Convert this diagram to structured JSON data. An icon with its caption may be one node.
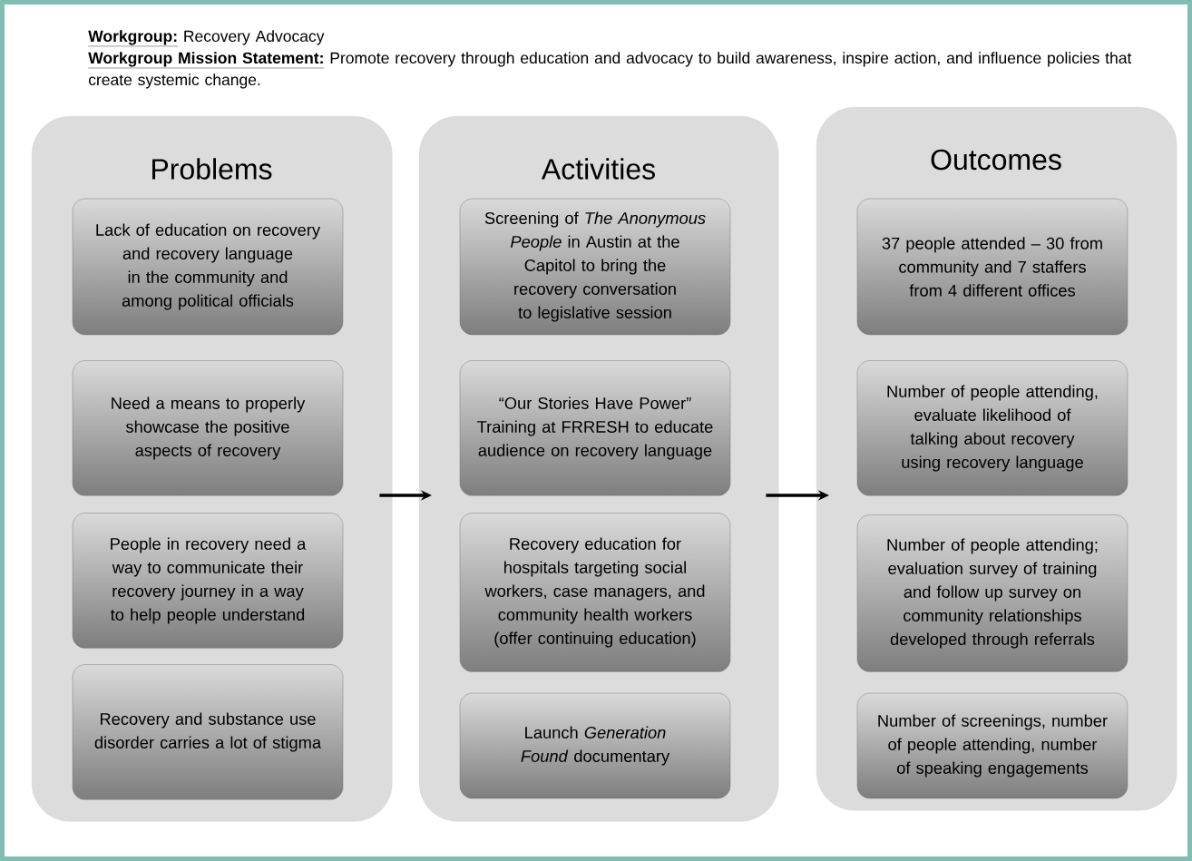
{
  "diagram": {
    "nodes": [
      {
        "text": [
          "Problems"
        ]
      },
      {
        "text": [
          "Lack of education on recovery and recovery language in the community and among political officials"
        ],
        "in": 0
      },
      {
        "text": [
          "Need a means to properly showcase the positive aspects of recovery"
        ],
        "in": 0
      },
      {
        "text": [
          "People in recovery need a way to communicate their recovery journey in a way to help people understand"
        ],
        "in": 0
      },
      {
        "text": [
          "Recovery and substance use disorder carries a lot of stigma"
        ],
        "in": 0
      },
      {
        "text": [
          "Activities"
        ]
      },
      {
        "text": [
          "Screening of *The Anonymous People* in Austin at the Capitol to bring the recovery conversation to legislative session"
        ],
        "in": 5
      },
      {
        "text": [
          "“Our Stories Have Power” Training at FRRESH to educate audience on recovery language"
        ],
        "in": 5
      },
      {
        "text": [
          "Recovery education for hospitals targeting social workers, case managers, and community health workers (offer continuing education)"
        ],
        "in": 5
      },
      {
        "text": [
          "Launch *Generation Found* documentary"
        ],
        "in": 5
      },
      {
        "text": [
          "Outcomes"
        ]
      },
      {
        "text": [
          "37 people attended – 30 from community and 7 staffers from 4 different offices"
        ],
        "in": 10
      },
      {
        "text": [
          "Number of people attending, evaluate likelihood of talking about recovery using recovery language"
        ],
        "in": 10
      },
      {
        "text": [
          "Number of people attending; evaluation survey of training and follow up survey on community relationships developed through referrals"
        ],
        "in": 10
      },
      {
        "text": [
          "Number of screenings, number of people attending, number of speaking engagements"
        ],
        "in": 10
      }
    ],
    "edges": [
      {
        "from": 0,
        "to": 5,
        "arrow": "to"
      },
      {
        "from": 5,
        "to": 10,
        "arrow": "to"
      }
    ],
    "labels": [
      "Workgroup:",
      "Recovery Advocacy",
      "Workgroup Mission Statement:",
      "Promote recovery through education and advocacy to build awareness, inspire action, and influence policies that create systemic change."
    ]
  }
}
